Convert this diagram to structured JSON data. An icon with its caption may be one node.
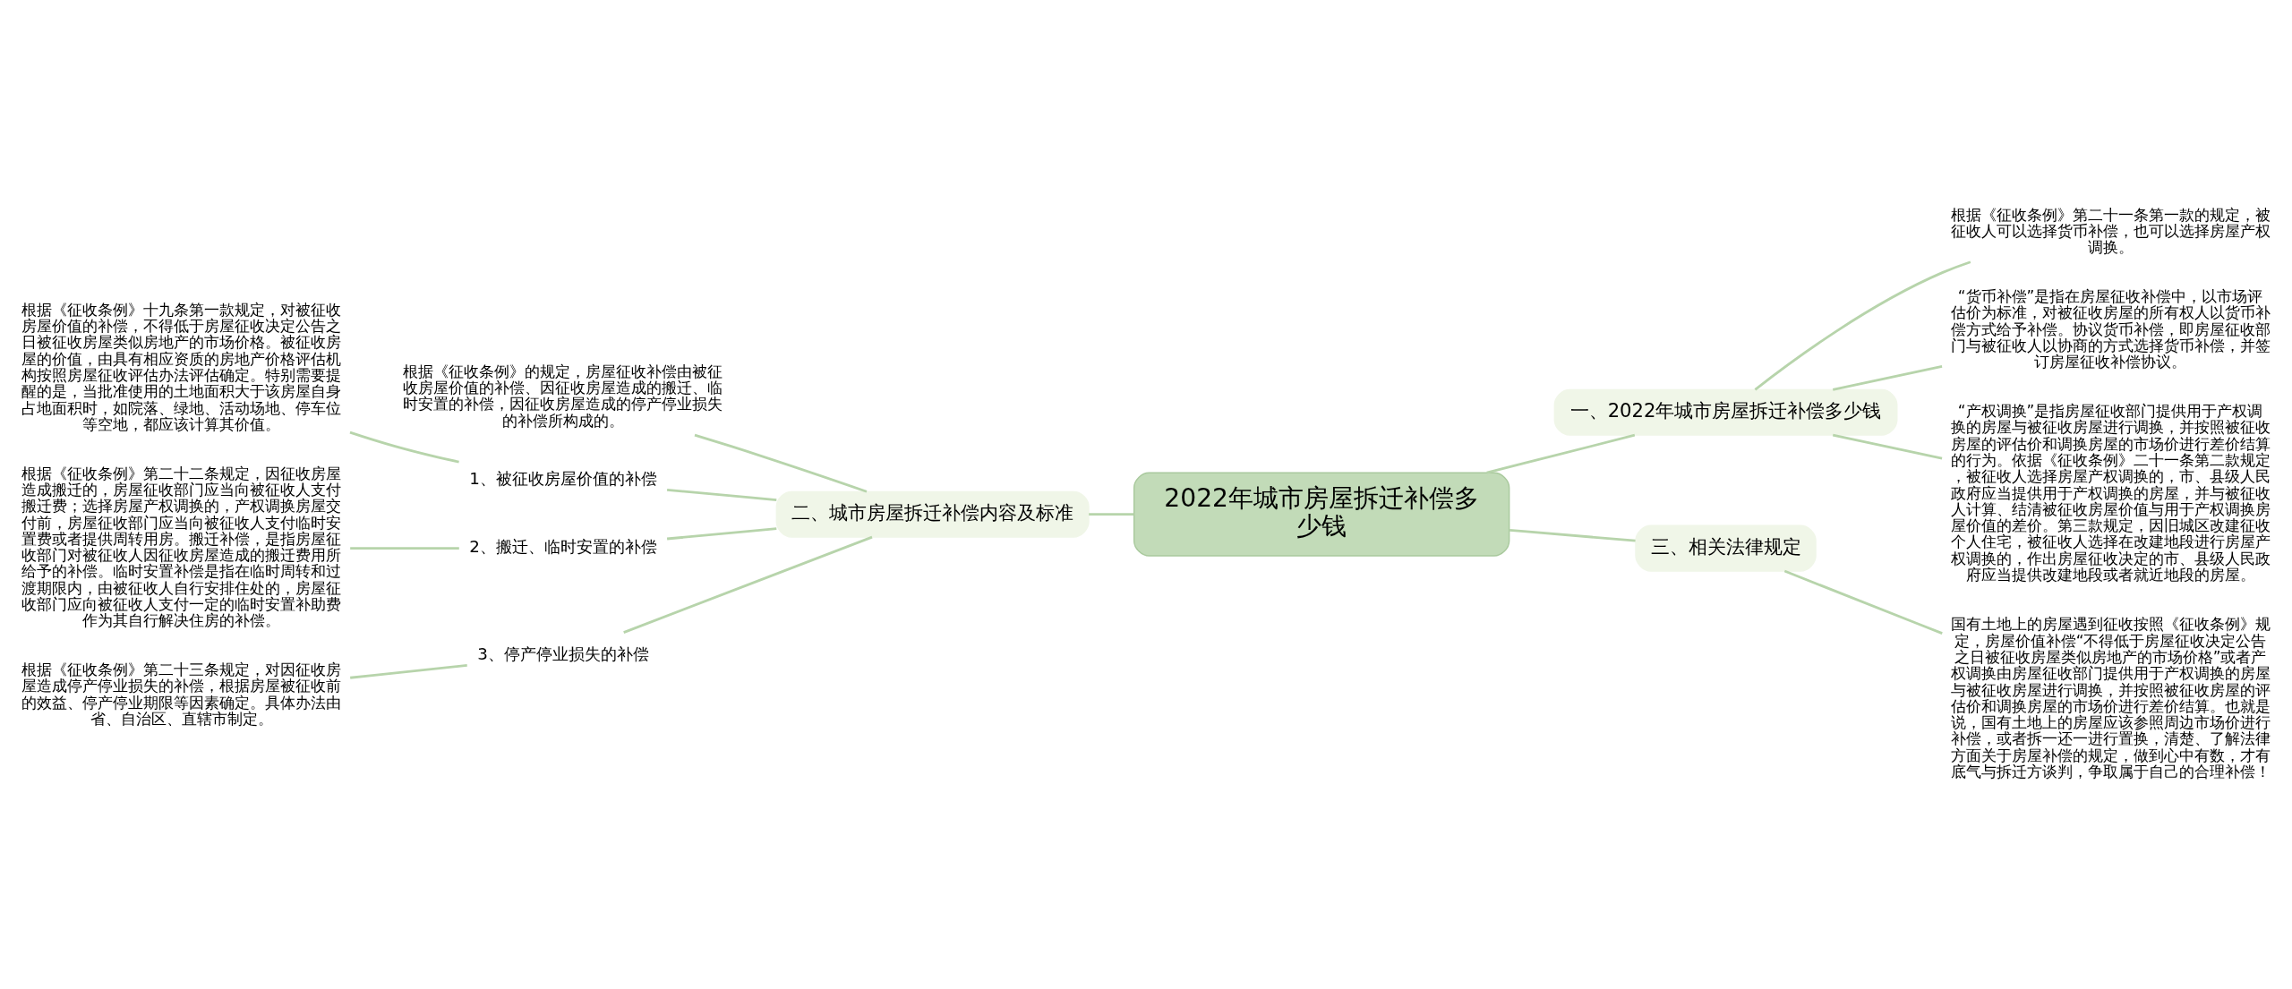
{
  "diagram": {
    "nodes": [
      {
        "text": [
          "2022年城市房屋拆迁补偿多少钱"
        ]
      },
      {
        "text": [
          "一、2022年城市房屋拆迁补偿多少钱"
        ]
      },
      {
        "text": [
          "根据《征收条例》第二十一条第一款的规定，被征收人可以选择货币补偿，也可以选择房屋产权调换。"
        ]
      },
      {
        "text": [
          "“货币补偿”是指在房屋征收补偿中，以市场评估价为标准，对被征收房屋的所有权人以货币补偿方式给予补偿。协议货币补偿，即房屋征收部门与被征收人以协商的方式选择货币补偿，并签订房屋征收补偿协议。"
        ]
      },
      {
        "text": [
          "“产权调换”是指房屋征收部门提供用于产权调换的房屋与被征收房屋进行调换，并按照被征收房屋的评估价和调换房屋的市场价进行差价结算的行为。依据《征收条例》二十一条第二款规定，被征收人选择房屋产权调换的，市、县级人民政府应当提供用于产权调换的房屋，并与被征收人计算、结清被征收房屋价值与用于产权调换房屋价值的差价。第三款规定，因旧城区改建征收个人住宅，被征收人选择在改建地段进行房屋产权调换的，作出房屋征收决定的市、县级人民政府应当提供改建地段或者就近地段的房屋。"
        ]
      },
      {
        "text": [
          "三、相关法律规定"
        ]
      },
      {
        "text": [
          "国有土地上的房屋遇到征收按照《征收条例》规定，房屋价值补偿“不得低于房屋征收决定公告之日被征收房屋类似房地产的市场价格”或者产权调换由房屋征收部门提供用于产权调换的房屋与被征收房屋进行调换，并按照被征收房屋的评估价和调换房屋的市场价进行差价结算。也就是说，国有土地上的房屋应该参照周边市场价进行补偿，或者拆一还一进行置换，清楚、了解法律方面关于房屋补偿的规定，做到心中有数，才有底气与拆迁方谈判，争取属于自己的合理补偿！"
        ]
      },
      {
        "text": [
          "二、城市房屋拆迁补偿内容及标准"
        ]
      },
      {
        "text": [
          "根据《征收条例》的规定，房屋征收补偿由被征收房屋价值的补偿、因征收房屋造成的搬迁、临时安置的补偿，因征收房屋造成的停产停业损失的补偿所构成的。"
        ]
      },
      {
        "text": [
          "1、被征收房屋价值的补偿"
        ]
      },
      {
        "text": [
          "根据《征收条例》十九条第一款规定，对被征收房屋价值的补偿，不得低于房屋征收决定公告之日被征收房屋类似房地产的市场价格。被征收房屋的价值，由具有相应资质的房地产价格评估机构按照房屋征收评估办法评估确定。特别需要提醒的是，当批准使用的土地面积大于该房屋自身占地面积时，如院落、绿地、活动场地、停车位等空地，都应该计算其价值。"
        ]
      },
      {
        "text": [
          "2、搬迁、临时安置的补偿"
        ]
      },
      {
        "text": [
          "根据《征收条例》第二十二条规定，因征收房屋造成搬迁的，房屋征收部门应当向被征收人支付搬迁费；选择房屋产权调换的，产权调换房屋交付前，房屋征收部门应当向被征收人支付临时安置费或者提供周转用房。搬迁补偿，是指房屋征收部门对被征收人因征收房屋造成的搬迁费用所给予的补偿。临时安置补偿是指在临时周转和过渡期限内，由被征收人自行安排住处的，房屋征收部门应向被征收人支付一定的临时安置补助费作为其自行解决住房的补偿。"
        ]
      },
      {
        "text": [
          "3、停产停业损失的补偿"
        ]
      },
      {
        "text": [
          "根据《征收条例》第二十三条规定，对因征收房屋造成停产停业损失的补偿，根据房屋被征收前的效益、停产停业期限等因素确定。具体办法由省、自治区、直辖市制定。"
        ]
      }
    ],
    "edges": [
      {
        "from": 0,
        "to": 1,
        "arrow": "none"
      },
      {
        "from": 1,
        "to": 2,
        "arrow": "none"
      },
      {
        "from": 1,
        "to": 3,
        "arrow": "none"
      },
      {
        "from": 1,
        "to": 4,
        "arrow": "none"
      },
      {
        "from": 0,
        "to": 5,
        "arrow": "none"
      },
      {
        "from": 5,
        "to": 6,
        "arrow": "none"
      },
      {
        "from": 0,
        "to": 7,
        "arrow": "none"
      },
      {
        "from": 7,
        "to": 8,
        "arrow": "none"
      },
      {
        "from": 7,
        "to": 9,
        "arrow": "none"
      },
      {
        "from": 9,
        "to": 10,
        "arrow": "none"
      },
      {
        "from": 7,
        "to": 11,
        "arrow": "none"
      },
      {
        "from": 11,
        "to": 12,
        "arrow": "none"
      },
      {
        "from": 7,
        "to": 13,
        "arrow": "none"
      },
      {
        "from": 13,
        "to": 14,
        "arrow": "none"
      }
    ]
  }
}
